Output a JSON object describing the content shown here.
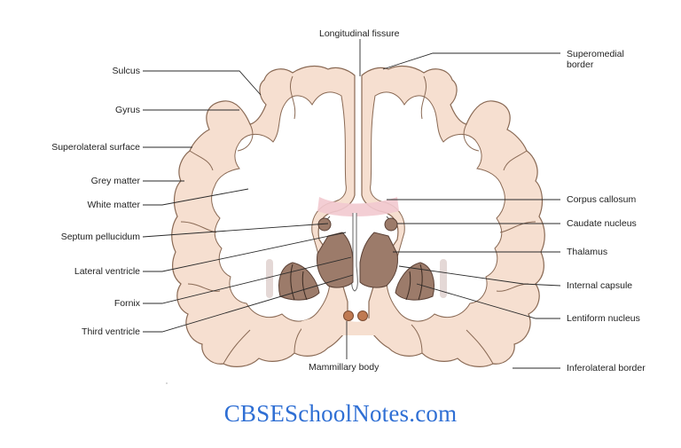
{
  "diagram": {
    "subject": "Coronal section of cerebrum",
    "colors": {
      "cortex_fill": "#f6dfd0",
      "cortex_stroke": "#8a6a55",
      "nucleus_fill": "#9c7b6a",
      "corpus_callosum": "#f2c9cf",
      "leader_line": "#2a2a2a",
      "watermark": "#2f6fd4"
    },
    "labels_left": [
      {
        "id": "sulcus",
        "text": "Sulcus"
      },
      {
        "id": "gyrus",
        "text": "Gyrus"
      },
      {
        "id": "superolateral-surface",
        "text": "Superolateral surface"
      },
      {
        "id": "grey-matter",
        "text": "Grey matter"
      },
      {
        "id": "white-matter",
        "text": "White matter"
      },
      {
        "id": "septum-pellucidum",
        "text": "Septum pellucidum"
      },
      {
        "id": "lateral-ventricle",
        "text": "Lateral ventricle"
      },
      {
        "id": "fornix",
        "text": "Fornix"
      },
      {
        "id": "third-ventricle",
        "text": "Third ventricle"
      }
    ],
    "labels_right": [
      {
        "id": "superomedial-border",
        "text": "Superomedial",
        "text2": "border"
      },
      {
        "id": "corpus-callosum",
        "text": "Corpus callosum"
      },
      {
        "id": "caudate-nucleus",
        "text": "Caudate nucleus"
      },
      {
        "id": "thalamus",
        "text": "Thalamus"
      },
      {
        "id": "internal-capsule",
        "text": "Internal capsule"
      },
      {
        "id": "lentiform-nucleus",
        "text": "Lentiform nucleus"
      },
      {
        "id": "inferolateral-border",
        "text": "Inferolateral border"
      }
    ],
    "labels_center": [
      {
        "id": "longitudinal-fissure",
        "text": "Longitudinal fissure"
      },
      {
        "id": "mammillary-body",
        "text": "Mammillary body"
      }
    ]
  },
  "watermark": {
    "text": "CBSESchoolNotes.com"
  }
}
